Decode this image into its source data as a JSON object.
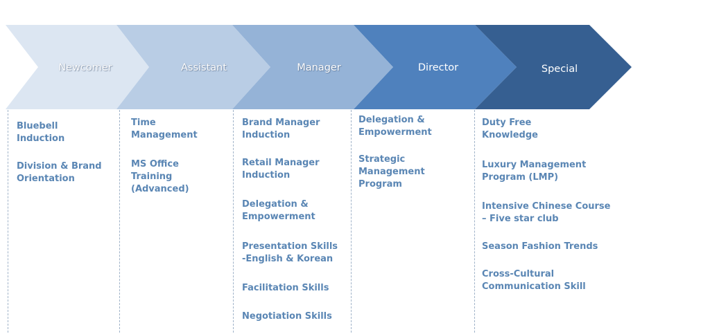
{
  "stages": [
    {
      "label": "Newcomer",
      "color": "#dce6f2",
      "items": [
        "Bluebell\nInduction",
        "Division & Brand\nOrientation"
      ]
    },
    {
      "label": "Assistant",
      "color": "#b9cde5",
      "items": [
        "Time\nManagement",
        "MS Office\nTraining (Advanced)"
      ]
    },
    {
      "label": "Manager",
      "color": "#95b3d7",
      "items": [
        "Brand Manager\nInduction",
        "Retail Manager\nInduction",
        "Delegation &\nEmpowerment",
        "Presentation Skills\n-English & Korean",
        "Facilitation Skills",
        "Negotiation Skills"
      ]
    },
    {
      "label": "Director",
      "color": "#4f81bd",
      "items": [
        "Delegation &\nEmpowerment",
        "Strategic\nManagement\nProgram"
      ]
    },
    {
      "label": "Special",
      "color": "#365f91",
      "items": [
        "Duty Free\nKnowledge",
        "Luxury Management\nProgram (LMP)",
        "Intensive Chinese Course\n– Five star club",
        "Season Fashion Trends",
        "Cross-Cultural\nCommunication Skill"
      ]
    }
  ]
}
